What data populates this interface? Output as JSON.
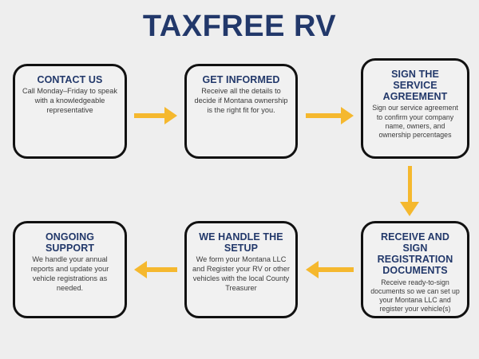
{
  "page": {
    "title": "TAXFREE RV",
    "background_color": "#eeeeee",
    "accent_navy": "#22386a",
    "accent_yellow": "#f5b82e",
    "box_border_color": "#111111",
    "box_fill_color": "#f1f1f1",
    "body_text_color": "#3b3b3b"
  },
  "steps": [
    {
      "id": "contact-us",
      "heading": "CONTACT US",
      "body": "Call Monday–Friday to speak with a knowledgeable representative"
    },
    {
      "id": "get-informed",
      "heading": "GET INFORMED",
      "body": "Receive all the details to decide if Montana ownership is the right fit for you."
    },
    {
      "id": "sign-the-service-agreement",
      "heading": "SIGN THE SERVICE AGREEMENT",
      "body": "Sign our service agreement to confirm your company name, owners, and ownership percentages"
    },
    {
      "id": "receive-and-sign-registration-documents",
      "heading": "RECEIVE AND SIGN REGISTRATION DOCUMENTS",
      "body": "Receive ready-to-sign documents so we can set up your Montana LLC and register your vehicle(s)"
    },
    {
      "id": "we-handle-the-setup",
      "heading": "WE HANDLE THE SETUP",
      "body": "We form your Montana LLC and Register your RV or other vehicles with the local County Treasurer"
    },
    {
      "id": "ongoing-support",
      "heading": "ONGOING SUPPORT",
      "body": "We handle your annual reports and update your vehicle registrations as needed."
    }
  ],
  "connectors": [
    {
      "id": "contact-to-informed",
      "direction": "right",
      "from": "contact-us",
      "to": "get-informed"
    },
    {
      "id": "informed-to-agreement",
      "direction": "right",
      "from": "get-informed",
      "to": "sign-the-service-agreement"
    },
    {
      "id": "agreement-to-docs",
      "direction": "down",
      "from": "sign-the-service-agreement",
      "to": "receive-and-sign-registration-documents"
    },
    {
      "id": "docs-to-setup",
      "direction": "left",
      "from": "receive-and-sign-registration-documents",
      "to": "we-handle-the-setup"
    },
    {
      "id": "setup-to-support",
      "direction": "left",
      "from": "we-handle-the-setup",
      "to": "ongoing-support"
    }
  ]
}
